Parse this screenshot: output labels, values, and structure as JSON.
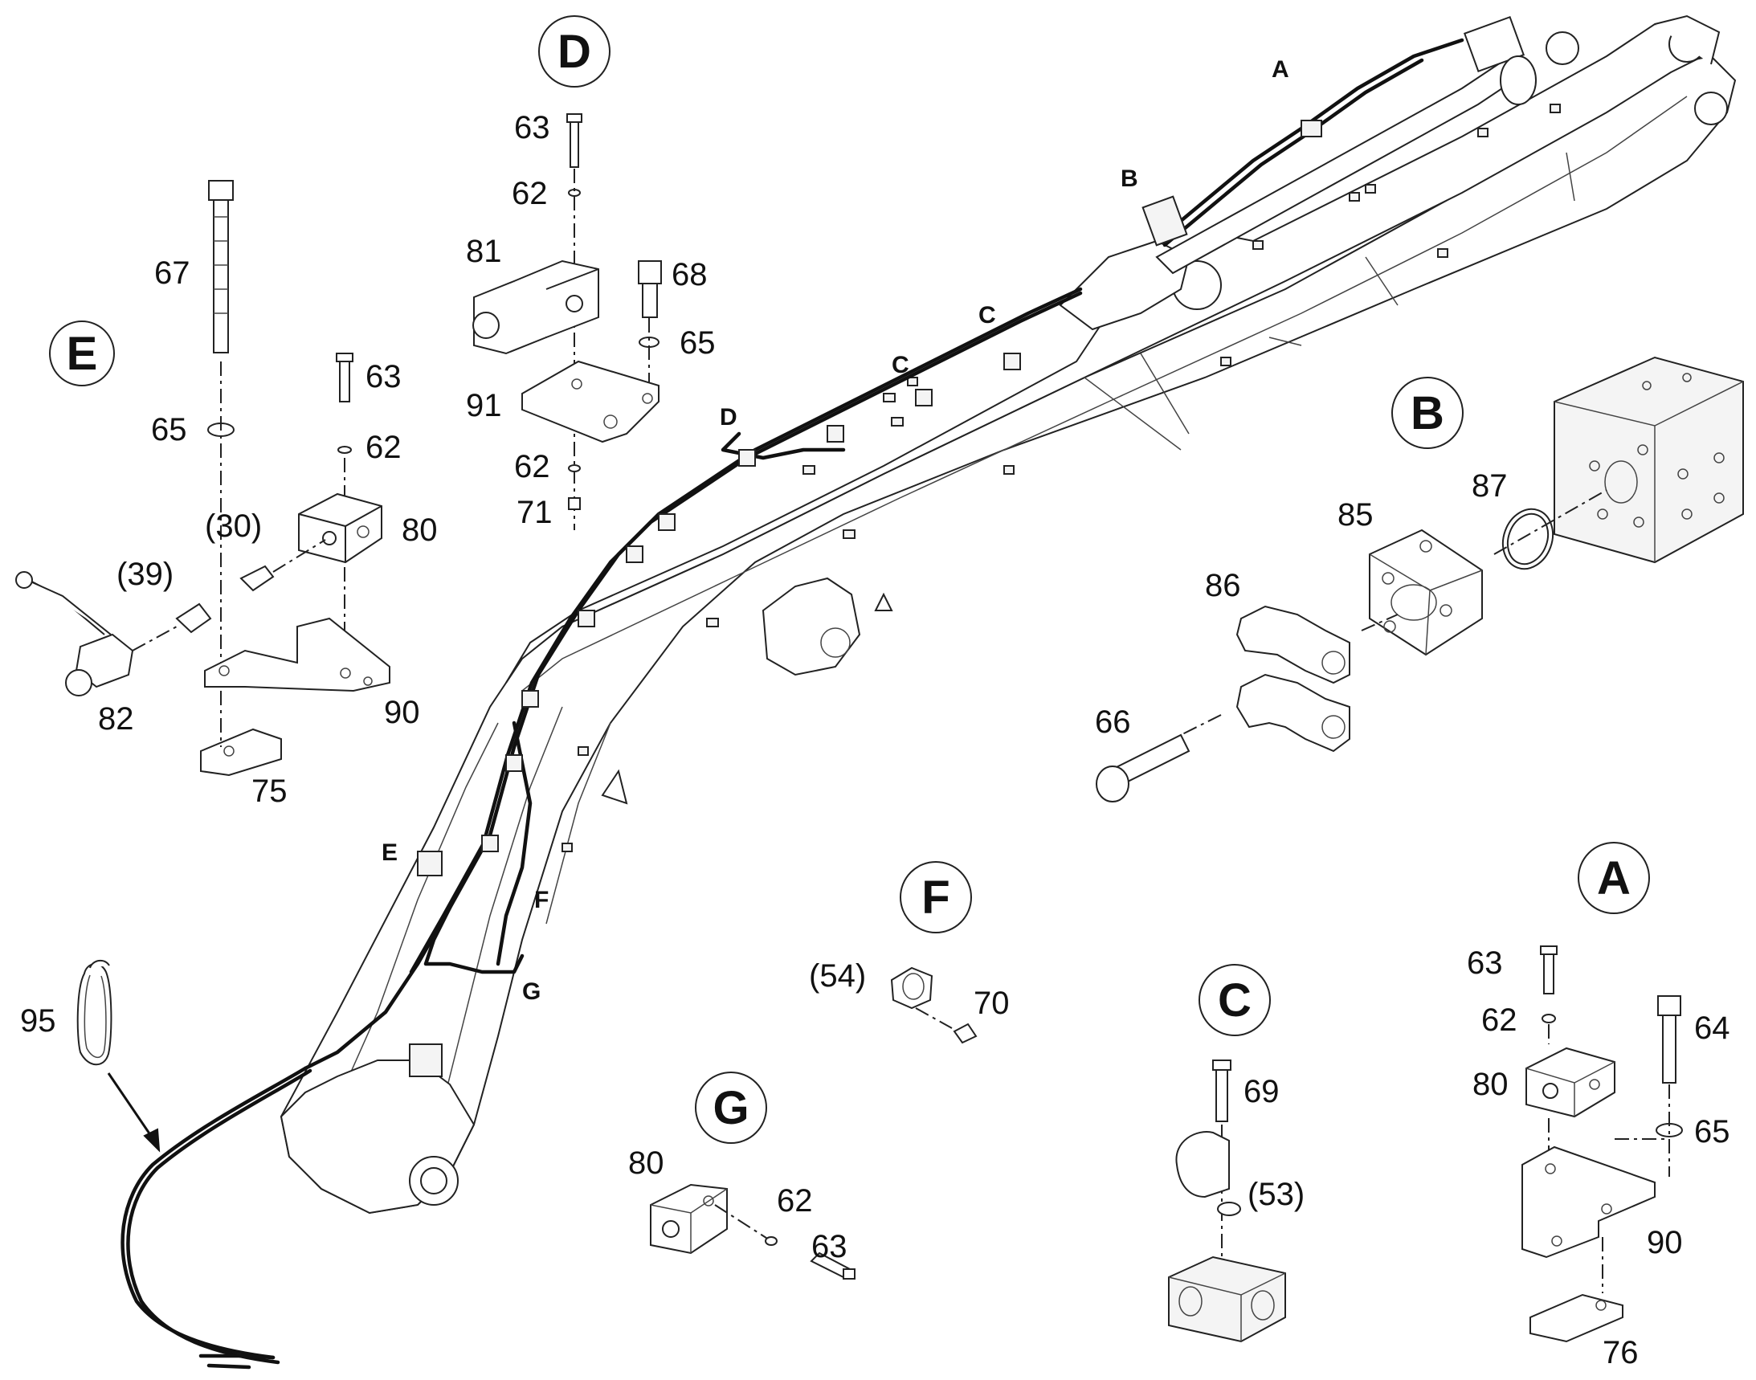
{
  "callouts": {
    "A": "A",
    "B": "B",
    "C": "C",
    "D": "D",
    "E": "E",
    "F": "F",
    "G": "G"
  },
  "parts": {
    "p30": "(30)",
    "p39": "(39)",
    "p53": "(53)",
    "p54": "(54)",
    "p62": "62",
    "p63": "63",
    "p64": "64",
    "p65": "65",
    "p66": "66",
    "p67": "67",
    "p68": "68",
    "p69": "69",
    "p70": "70",
    "p71": "71",
    "p75": "75",
    "p76": "76",
    "p80": "80",
    "p81": "81",
    "p82": "82",
    "p85": "85",
    "p86": "86",
    "p87": "87",
    "p90": "90",
    "p91": "91",
    "p95": "95"
  }
}
